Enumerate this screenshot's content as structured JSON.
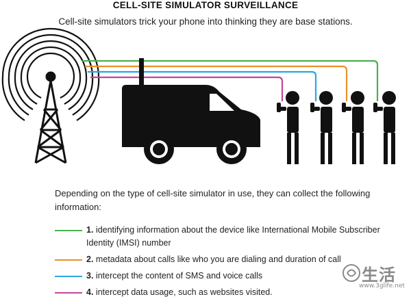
{
  "title": "CELL-SITE SIMULATOR SURVEILLANCE",
  "subtitle": "Cell-site simulators trick your phone into thinking they are base stations.",
  "intro": "Depending on the type of cell-site simulator in use, they can collect the following information:",
  "legend": [
    {
      "num": "1.",
      "text": "identifying information about the device like International Mobile Subscriber Identity (IMSI) number",
      "color": "#4caf50"
    },
    {
      "num": "2.",
      "text": "metadata about calls like who you are dialing and duration of call",
      "color": "#e8902a"
    },
    {
      "num": "3.",
      "text": "intercept the content of SMS and voice calls",
      "color": "#29a8df"
    },
    {
      "num": "4.",
      "text": "intercept data usage, such as websites visited.",
      "color": "#c2459b"
    }
  ],
  "watermark": {
    "text": "生活",
    "url": "www.3glife.net"
  }
}
